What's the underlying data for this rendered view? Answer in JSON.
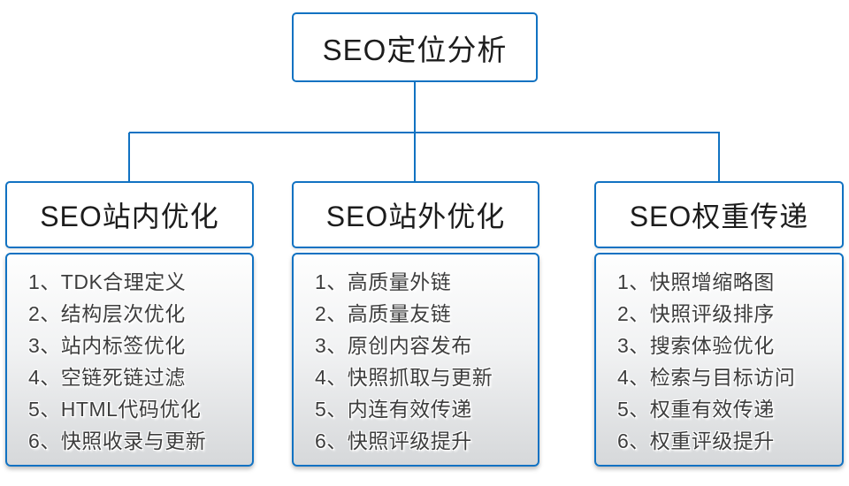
{
  "diagram": {
    "type": "tree",
    "colors": {
      "line": "#1172c2",
      "box_border": "#1172c2",
      "header_text": "#1c1c1c",
      "item_text": "#3d3d3d",
      "list_gradient_top": "#fefefe",
      "list_gradient_bottom": "#d6d8da"
    },
    "root": {
      "title": "SEO定位分析"
    },
    "columns": [
      {
        "title": "SEO站内优化",
        "items": [
          "1、TDK合理定义",
          "2、结构层次优化",
          "3、站内标签优化",
          "4、空链死链过滤",
          "5、HTML代码优化",
          "6、快照收录与更新"
        ]
      },
      {
        "title": "SEO站外优化",
        "items": [
          "1、高质量外链",
          "2、高质量友链",
          "3、原创内容发布",
          "4、快照抓取与更新",
          "5、内连有效传递",
          "6、快照评级提升"
        ]
      },
      {
        "title": "SEO权重传递",
        "items": [
          "1、快照增缩略图",
          "2、快照评级排序",
          "3、搜索体验优化",
          "4、检索与目标访问",
          "5、权重有效传递",
          "6、权重评级提升"
        ]
      }
    ]
  }
}
